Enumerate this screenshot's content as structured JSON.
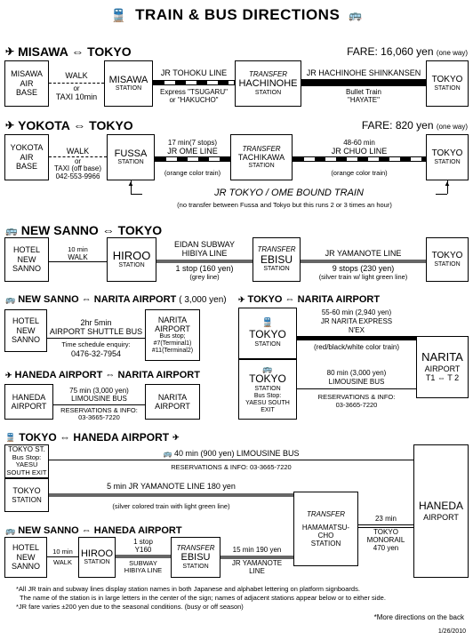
{
  "title": "TRAIN & BUS DIRECTIONS",
  "misawa": {
    "title": "MISAWA ⇔ TOKYO",
    "fare": "FARE: 16,060 yen",
    "fare_note": "(one way)",
    "origin": [
      "MISAWA",
      "AIR",
      "BASE"
    ],
    "walk": "WALK",
    "or": "or",
    "taxi": "TAXI 10min",
    "station1": "MISAWA",
    "station1_sub": "STATION",
    "line1": "JR TOHOKU LINE",
    "line1_note1": "Express \"TSUGARU\"",
    "line1_note2": "or \"HAKUCHO\"",
    "transfer": "TRANSFER",
    "station2": "HACHINOHE",
    "station2_sub": "STATION",
    "line2": "JR HACHINOHE SHINKANSEN",
    "line2_note1": "Bullet Train",
    "line2_note2": "\"HAYATE\"",
    "dest": "TOKYO",
    "dest_sub": "STATION"
  },
  "yokota": {
    "title": "YOKOTA ⇔ TOKYO",
    "fare": "FARE: 820 yen",
    "fare_note": "(one way)",
    "origin": [
      "YOKOTA",
      "AIR",
      "BASE"
    ],
    "walk": "WALK",
    "or": "or",
    "taxi": "TAXI (off base)",
    "phone": "042-553-9966",
    "station1": "FUSSA",
    "station1_sub": "STATION",
    "line1_time": "17 min(7 stops)",
    "line1": "JR OME LINE",
    "line1_note": "(orange color train)",
    "transfer": "TRANSFER",
    "station2": "TACHIKAWA",
    "station2_sub": "STATION",
    "line2_time": "48-60 min",
    "line2": "JR CHUO LINE",
    "line2_note": "(orange color train)",
    "dest": "TOKYO",
    "dest_sub": "STATION",
    "bound": "JR TOKYO / OME BOUND TRAIN",
    "bound_note": "(no transfer between Fussa and Tokyo but this runs 2 or 3 times an hour)"
  },
  "sanno_tokyo": {
    "title": "NEW SANNO ⇔ TOKYO",
    "origin": [
      "HOTEL",
      "NEW",
      "SANNO"
    ],
    "walk_time": "10 min",
    "walk": "WALK",
    "station1": "HIROO",
    "station1_sub": "STATION",
    "line1a": "EIDAN SUBWAY",
    "line1b": "HIBIYA LINE",
    "line1_stops": "1 stop (160 yen)",
    "line1_note": "(grey line)",
    "transfer": "TRANSFER",
    "station2": "EBISU",
    "station2_sub": "STATION",
    "line2": "JR YAMANOTE LINE",
    "line2_stops": "9 stops (230 yen)",
    "line2_note": "(silver train w/ light green line)",
    "dest": "TOKYO",
    "dest_sub": "STATION"
  },
  "sanno_narita": {
    "title": "NEW SANNO ⇔ NARITA AIRPORT",
    "title_note": "( 3,000 yen)",
    "origin": [
      "HOTEL",
      "NEW",
      "SANNO"
    ],
    "time": "2hr 5min",
    "bus": "AIRPORT SHUTTLE BUS",
    "enquiry": "Time schedule enquiry:",
    "phone": "0476-32-7954",
    "dest1": "NARITA",
    "dest2": "AIRPORT",
    "stop1": "Bus stop;",
    "stop2": "#7(Terminal1)",
    "stop3": "#11(Terminal2)"
  },
  "tokyo_narita": {
    "title": "TOKYO ⇔ NARITA AIRPORT",
    "tokyo1": "TOKYO",
    "tokyo1_sub": "STATION",
    "nex_time": "55-60 min (2,940 yen)",
    "nex_line1": "JR NARITA EXPRESS",
    "nex_line2": "N'EX",
    "nex_note": "(red/black/white color train)",
    "tokyo2": "TOKYO",
    "tokyo2_sub1": "STATION",
    "tokyo2_sub2": "Bus Stop:",
    "tokyo2_sub3": "YAESU SOUTH",
    "tokyo2_sub4": "EXIT",
    "bus_time": "80 min (3,000 yen)",
    "bus": "LIMOUSINE BUS",
    "res": "RESERVATIONS & INFO:",
    "res_phone": "03-3665-7220",
    "dest1": "NARITA",
    "dest2": "AIRPORT",
    "dest3": "T1 ⇔ T 2"
  },
  "haneda_narita": {
    "title": "HANEDA AIRPORT ⇔ NARITA AIRPORT",
    "origin": [
      "HANEDA",
      "AIRPORT"
    ],
    "time": "75 min (3,000 yen)",
    "bus": "LIMOUSINE BUS",
    "res": "RESERVATIONS & INFO:",
    "phone": "03-3665-7220",
    "dest": [
      "NARITA",
      "AIRPORT"
    ]
  },
  "tokyo_haneda": {
    "title": "TOKYO ⇔ HANEDA AIRPORT",
    "origin1": [
      "TOKYO ST.",
      "Bus Stop:",
      "YAESU",
      "SOUTH EXIT"
    ],
    "bus": "40 min (900 yen)  LIMOUSINE BUS",
    "res": "RESERVATIONS & INFO:  03-3665-7220",
    "origin2": [
      "TOKYO",
      "STATION"
    ],
    "train": "5 min  JR YAMANOTE LINE  180 yen",
    "train_note": "(silver colored train with light green line)",
    "transfer": "TRANSFER",
    "hama": [
      "HAMAMATSU-",
      "CHO",
      "STATION"
    ],
    "mono_time": "23 min",
    "mono": [
      "TOKYO",
      "MONORAIL",
      "470 yen"
    ],
    "dest": [
      "HANEDA",
      "AIRPORT"
    ]
  },
  "sanno_haneda": {
    "title": "NEW SANNO ⇔ HANEDA AIRPORT",
    "origin": [
      "HOTEL",
      "NEW",
      "SANNO"
    ],
    "walk_time": "10 min",
    "walk": "WALK",
    "station1": "HIROO",
    "station1_sub": "STATION",
    "line1a": "1 stop",
    "line1b": "Y160",
    "line1c": "SUBWAY",
    "line1d": "HIBIYA LINE",
    "transfer": "TRANSFER",
    "station2": "EBISU",
    "station2_sub": "STATION",
    "line2": "15 min  190 yen",
    "line2b": "JR YAMANOTE",
    "line2c": "LINE"
  },
  "notes": [
    "*All JR train and subway lines display station names in both Japanese and alphabet lettering on platform signboards.",
    "The name of the station is in large letters in the center of the sign; names of adjacent stations appear below or to either side.",
    "*JR fare varies ±200 yen due to the seasonal conditions. (busy or off season)"
  ],
  "more": "*More directions on the back",
  "date": "1/26/2010"
}
